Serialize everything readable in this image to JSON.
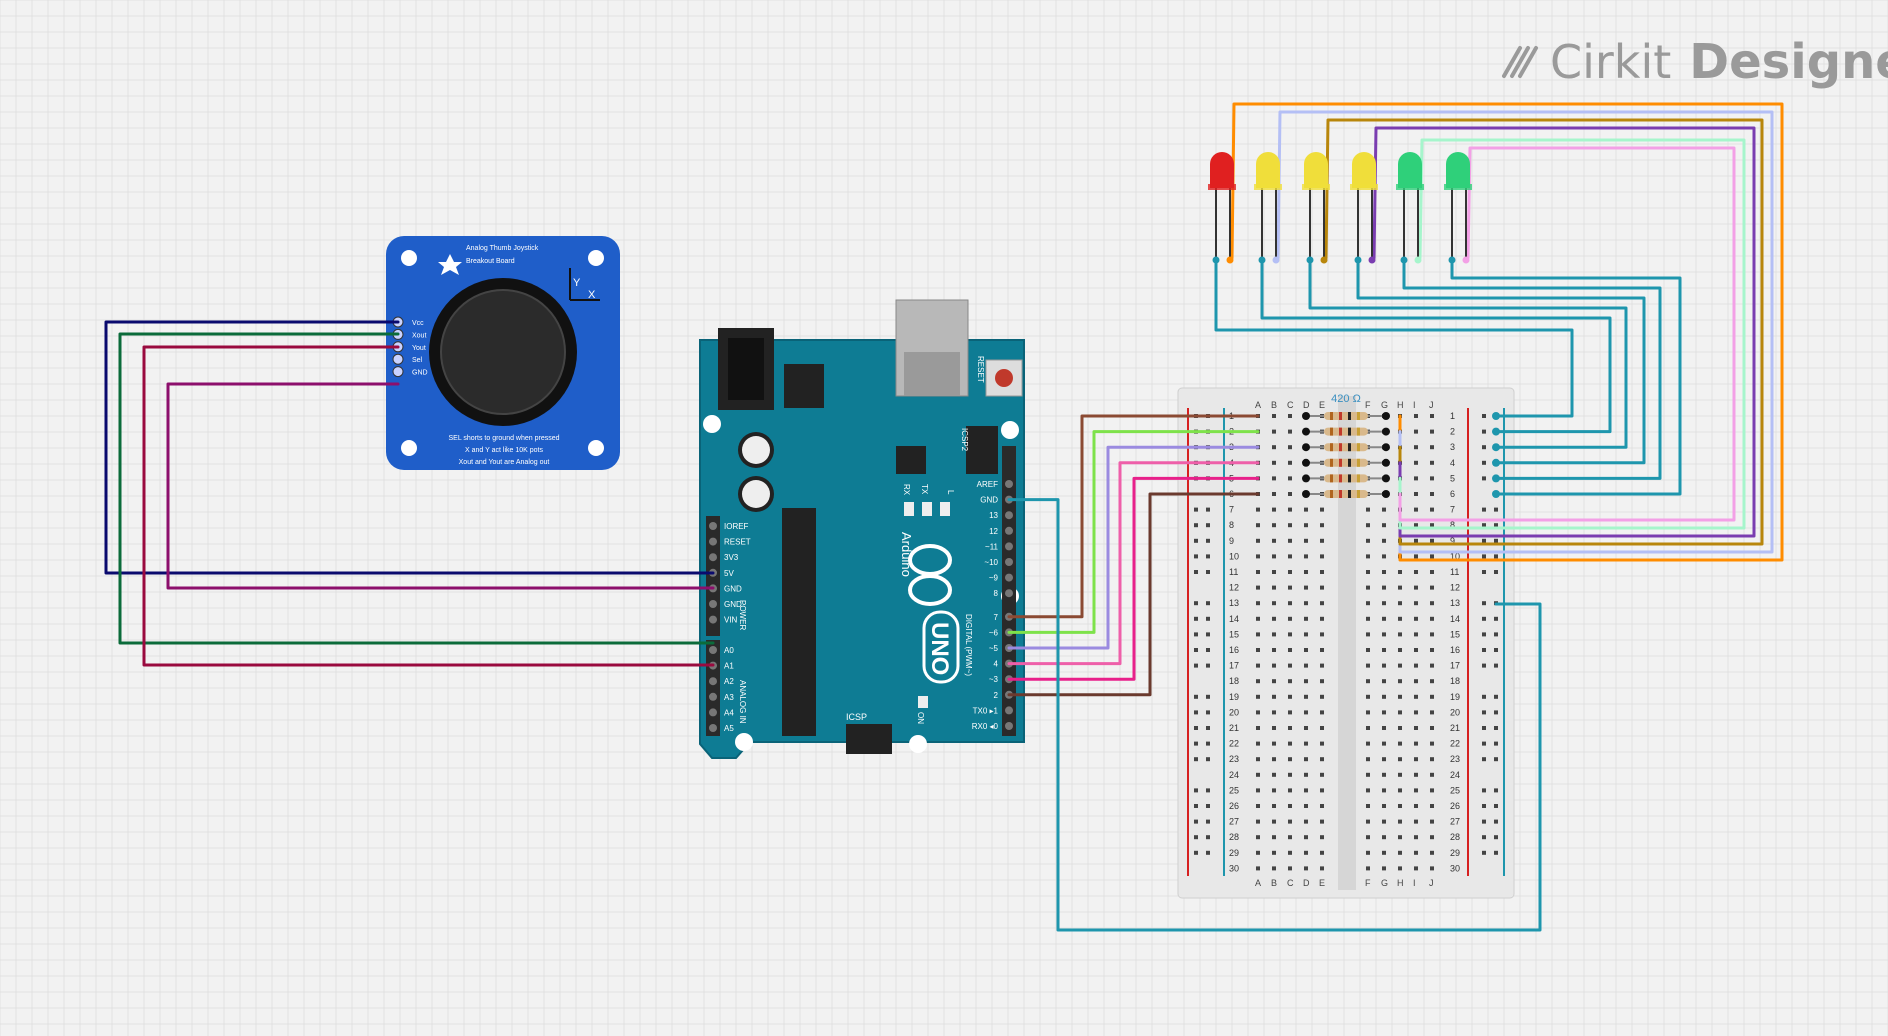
{
  "brand": {
    "name_part1": "Cirkit",
    "name_part2": "Designer"
  },
  "joystick": {
    "title_line1": "Analog Thumb Joystick",
    "title_line2": "Breakout Board",
    "pins": [
      "Vcc",
      "Xout",
      "Yout",
      "Sel",
      "GND"
    ],
    "axis_y": "Y",
    "axis_x": "X",
    "note_line1": "SEL shorts to ground when pressed",
    "note_line2": "X and Y act like 10K pots",
    "note_line3": "Xout and Yout are Analog out"
  },
  "arduino": {
    "brand": "Arduino",
    "model": "UNO",
    "reset": "RESET",
    "icsp2": "ICSP2",
    "icsp": "ICSP",
    "rx": "RX",
    "tx": "TX",
    "l": "L",
    "on": "ON",
    "digital_label": "DIGITAL (PWM~)",
    "power_label": "POWER",
    "analog_label": "ANALOG IN",
    "power_pins": [
      "IOREF",
      "RESET",
      "3V3",
      "5V",
      "GND",
      "GND",
      "VIN"
    ],
    "analog_pins": [
      "A0",
      "A1",
      "A2",
      "A3",
      "A4",
      "A5"
    ],
    "digital_pins": [
      "AREF",
      "GND",
      "13",
      "12",
      "~11",
      "~10",
      "~9",
      "8",
      "7",
      "~6",
      "~5",
      "4",
      "~3",
      "2",
      "TX0 ▸1",
      "RX0 ◂0"
    ]
  },
  "breadboard": {
    "cols_left": [
      "A",
      "B",
      "C",
      "D",
      "E"
    ],
    "cols_right": [
      "F",
      "G",
      "H",
      "I",
      "J"
    ],
    "rows": 30
  },
  "resistors": {
    "label": "420 Ω",
    "count": 6
  },
  "leds": [
    "red",
    "yellow",
    "yellow",
    "yellow",
    "green",
    "green"
  ],
  "colors": {
    "teal_wire": "#1e96ad",
    "board_blue": "#0e7c94",
    "joystick_blue": "#1f5ec9",
    "wire_orange": "#ff8c00",
    "wire_lavender": "#b4bff5",
    "wire_gold": "#b8860b",
    "wire_purple": "#7a3db0",
    "wire_mint": "#a6f5cc",
    "wire_pink": "#f3a0e6",
    "wire_brown": "#8b4a33",
    "wire_green": "#7ee24a",
    "wire_violet": "#9b8be0",
    "wire_hotpink": "#ee5fa9",
    "wire_magenta": "#e8208a",
    "wire_darkbrown": "#6b3a2e",
    "wire_navy": "#0a0a6e",
    "wire_darkgreen": "#0b6b3a",
    "wire_crimson": "#9a0a3f",
    "wire_plum": "#8c0f6c"
  }
}
